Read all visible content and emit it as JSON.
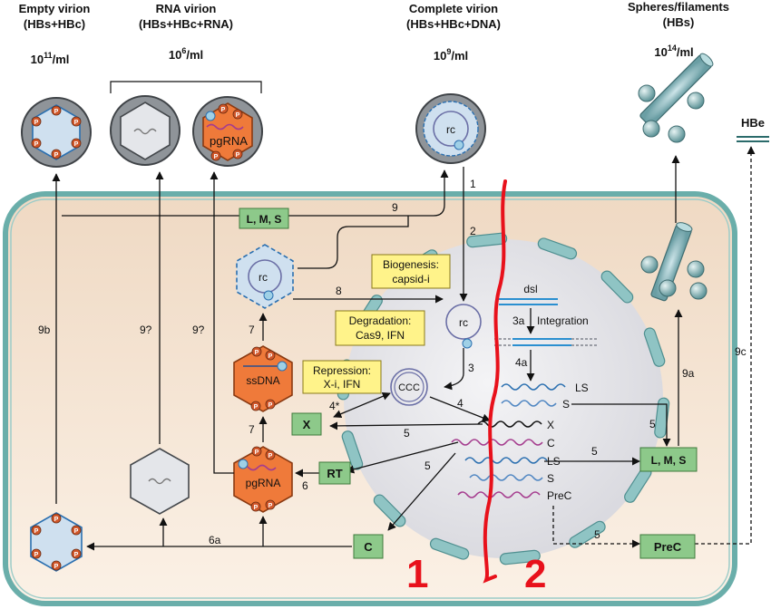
{
  "headers": {
    "empty_virion": {
      "line1": "Empty virion",
      "line2": "(HBs+HBc)",
      "conc_base": "10",
      "conc_exp": "11",
      "conc_unit": "/ml"
    },
    "rna_virion": {
      "line1": "RNA virion",
      "line2": "(HBs+HBc+RNA)",
      "conc_base": "10",
      "conc_exp": "6",
      "conc_unit": "/ml"
    },
    "complete_virion": {
      "line1": "Complete virion",
      "line2": "(HBs+HBc+DNA)",
      "conc_base": "10",
      "conc_exp": "9",
      "conc_unit": "/ml"
    },
    "spheres": {
      "line1": "Spheres/filaments",
      "line2": "(HBs)",
      "conc_base": "10",
      "conc_exp": "14",
      "conc_unit": "/ml"
    }
  },
  "labels": {
    "pgrna": "pgRNA",
    "rc": "rc",
    "ssdna": "ssDNA",
    "ccc": "CCC",
    "dsl": "dsl",
    "integration": "Integration",
    "hbe": "HBe",
    "p": "P"
  },
  "boxes": {
    "lms_top": "L, M, S",
    "lms_right": "L, M, S",
    "x": "X",
    "rt": "RT",
    "c": "C",
    "prec": "PreC"
  },
  "yellow_boxes": {
    "biogenesis": [
      "Biogenesis:",
      "capsid-i"
    ],
    "degradation": [
      "Degradation:",
      "Cas9, IFN"
    ],
    "repression": [
      "Repression:",
      "X-i, IFN"
    ]
  },
  "transcripts": [
    "LS",
    "S",
    "X",
    "C",
    "LS",
    "S",
    "PreC"
  ],
  "steps": {
    "s1": "1",
    "s2": "2",
    "s3": "3",
    "s3a": "3a",
    "s4": "4",
    "s4a": "4a",
    "s4star": "4*",
    "s5a": "5",
    "s5b": "5",
    "s5c": "5",
    "s5d": "5",
    "s5e": "5",
    "s6": "6",
    "s6a": "6a",
    "s7a": "7",
    "s7b": "7",
    "s8": "8",
    "s9": "9",
    "s9b": "9b",
    "s9q1": "9?",
    "s9q2": "9?",
    "s9a": "9a",
    "s9c": "9c"
  },
  "annotations": {
    "region1": "1",
    "region2": "2"
  },
  "colors": {
    "cell_fill": "#f6e6d4",
    "cell_border": "#6aaeaa",
    "green_box": "#8dc98a",
    "yellow_box": "#fff38a",
    "orange_capsid": "#ef7a3a",
    "blue_capsid": "#cfe0ef",
    "red_annotation": "#e8111b"
  }
}
